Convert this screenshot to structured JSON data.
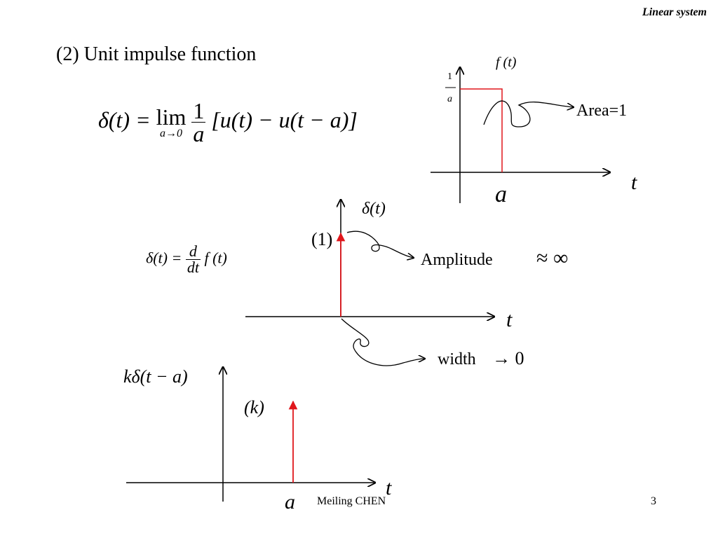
{
  "header": {
    "title": "Linear system"
  },
  "section": {
    "title": "(2) Unit impulse function"
  },
  "eq1": {
    "lhs": "δ(t) = ",
    "lim": "lim",
    "lim_sub": "a→0",
    "num": "1",
    "den": "a",
    "rhs": "[u(t) − u(t − a)]"
  },
  "eq2": {
    "lhs": "δ(t) = ",
    "num": "d",
    "den": "dt",
    "rhs": " f (t)"
  },
  "graph1": {
    "func_label": "f (t)",
    "y_tick_num": "1",
    "y_tick_den": "a",
    "area_label": "Area=1",
    "t_label": "t",
    "a_label": "a",
    "pulse_color": "#e0161b"
  },
  "graph2": {
    "func_label": "δ(t)",
    "strength_label": "(1)",
    "amplitude_label": "Amplitude",
    "approx_inf": "≈ ∞",
    "width_label": "width",
    "width_value": "→ 0",
    "t_label": "t",
    "impulse_color": "#e0161b"
  },
  "graph3": {
    "func_label": "kδ(t − a)",
    "strength_label": "(k)",
    "t_label": "t",
    "a_label": "a",
    "impulse_color": "#e0161b"
  },
  "footer": {
    "author": "Meiling CHEN",
    "page": "3"
  }
}
